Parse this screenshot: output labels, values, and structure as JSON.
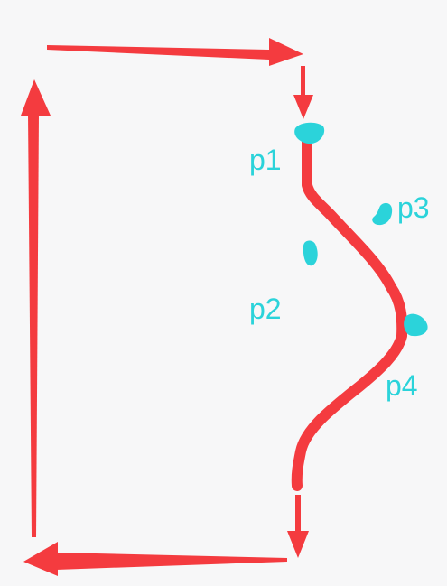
{
  "colors": {
    "background": "#f7f7f8",
    "arrow_and_curve": "#f43b3f",
    "points": "#2bd3da"
  },
  "points": [
    {
      "id": "p1",
      "label": "p1"
    },
    {
      "id": "p2",
      "label": "p2"
    },
    {
      "id": "p3",
      "label": "p3"
    },
    {
      "id": "p4",
      "label": "p4"
    }
  ],
  "arrows": [
    {
      "id": "top",
      "direction": "right"
    },
    {
      "id": "left",
      "direction": "up"
    },
    {
      "id": "bottom",
      "direction": "left"
    },
    {
      "id": "start-marker",
      "direction": "down"
    },
    {
      "id": "end-marker",
      "direction": "down"
    }
  ]
}
